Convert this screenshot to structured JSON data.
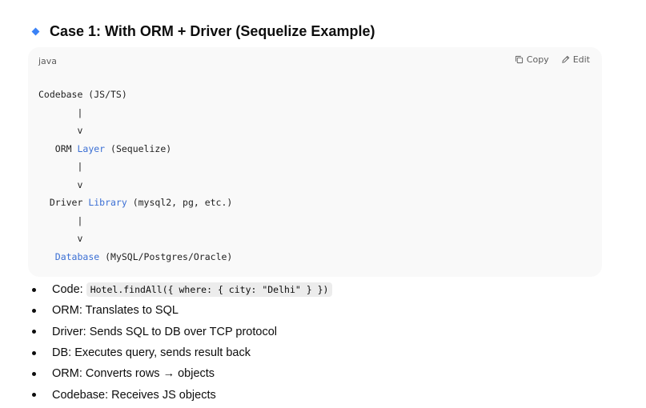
{
  "heading": {
    "text": "Case 1: With ORM + Driver (Sequelize Example)"
  },
  "code_block": {
    "language": "java",
    "copy_label": "Copy",
    "edit_label": "Edit",
    "lines": [
      {
        "pre": "Codebase (JS/TS)",
        "kw": "",
        "post": ""
      },
      {
        "pre": "       |",
        "kw": "",
        "post": ""
      },
      {
        "pre": "       v",
        "kw": "",
        "post": ""
      },
      {
        "pre": "   ORM ",
        "kw": "Layer",
        "post": " (Sequelize)"
      },
      {
        "pre": "       |",
        "kw": "",
        "post": ""
      },
      {
        "pre": "       v",
        "kw": "",
        "post": ""
      },
      {
        "pre": "  Driver ",
        "kw": "Library",
        "post": " (mysql2, pg, etc.)"
      },
      {
        "pre": "       |",
        "kw": "",
        "post": ""
      },
      {
        "pre": "       v",
        "kw": "",
        "post": ""
      },
      {
        "pre": "   ",
        "kw": "Database",
        "post": " (MySQL/Postgres/Oracle)"
      }
    ]
  },
  "bullets": [
    {
      "text": "Code:",
      "code": "Hotel.findAll({ where: { city: \"Delhi\" } })"
    },
    {
      "text": "ORM: Translates to SQL",
      "code": ""
    },
    {
      "text": "Driver: Sends SQL to DB over TCP protocol",
      "code": ""
    },
    {
      "text": "DB: Executes query, sends result back",
      "code": ""
    },
    {
      "text": "ORM: Converts rows → objects",
      "code": ""
    },
    {
      "text": "Codebase: Receives JS objects",
      "code": ""
    }
  ],
  "colors": {
    "accent": "#3b82f6",
    "keyword": "#3b6fd4",
    "code_bg": "#f9f9f9"
  }
}
